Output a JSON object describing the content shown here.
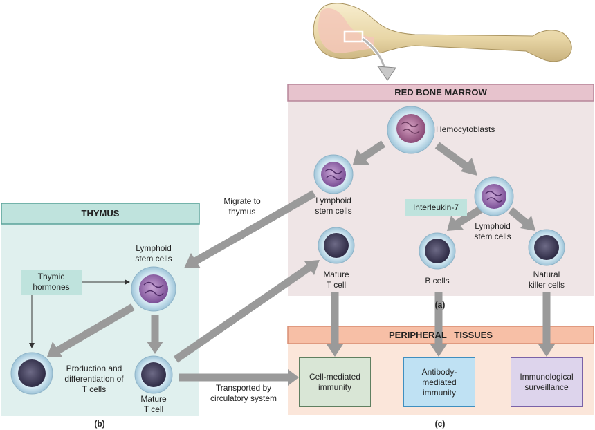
{
  "regions": {
    "red_bone_marrow": "RED BONE MARROW",
    "thymus": "THYMUS",
    "peripheral_tissues": "PERIPHERAL   TISSUES"
  },
  "cells": {
    "hemocytoblasts": "Hemocytoblasts",
    "lymphoid_marrow": "Lymphoid\nstem cells",
    "lymphoid_right": "Lymphoid\nstem cells",
    "lymphoid_thymus": "Lymphoid\nstem cells",
    "mature_t_marrow": "Mature\nT cell",
    "b_cells": "B cells",
    "nk_cells": "Natural\nkiller cells",
    "mature_t_thymus": "Mature\nT cell"
  },
  "labels": {
    "migrate": "Migrate to\nthymus",
    "interleukin": "Interleukin-7",
    "thymic_hormones": "Thymic\nhormones",
    "production": "Production and\ndifferentiation of\nT cells",
    "transported": "Transported by\ncirculatory system"
  },
  "outcomes": {
    "cell_mediated": "Cell-mediated\nimmunity",
    "antibody": "Antibody-\nmediated\nimmunity",
    "surveillance": "Immunological\nsurveillance"
  },
  "panels": {
    "a": "(a)",
    "b": "(b)",
    "c": "(c)"
  },
  "colors": {
    "marrow_bg": "#efe5e6",
    "marrow_header": "#e7c3cd",
    "thymus_bg": "#e0f0ee",
    "thymus_header": "#bfe3dd",
    "periph_bg": "#fbe6da",
    "periph_header": "#f7bfa6",
    "arrow": "#9a9a9a",
    "cell_mediated": "#d9e6d6",
    "antibody": "#bfe1f3",
    "surveillance": "#ddd4ec"
  }
}
